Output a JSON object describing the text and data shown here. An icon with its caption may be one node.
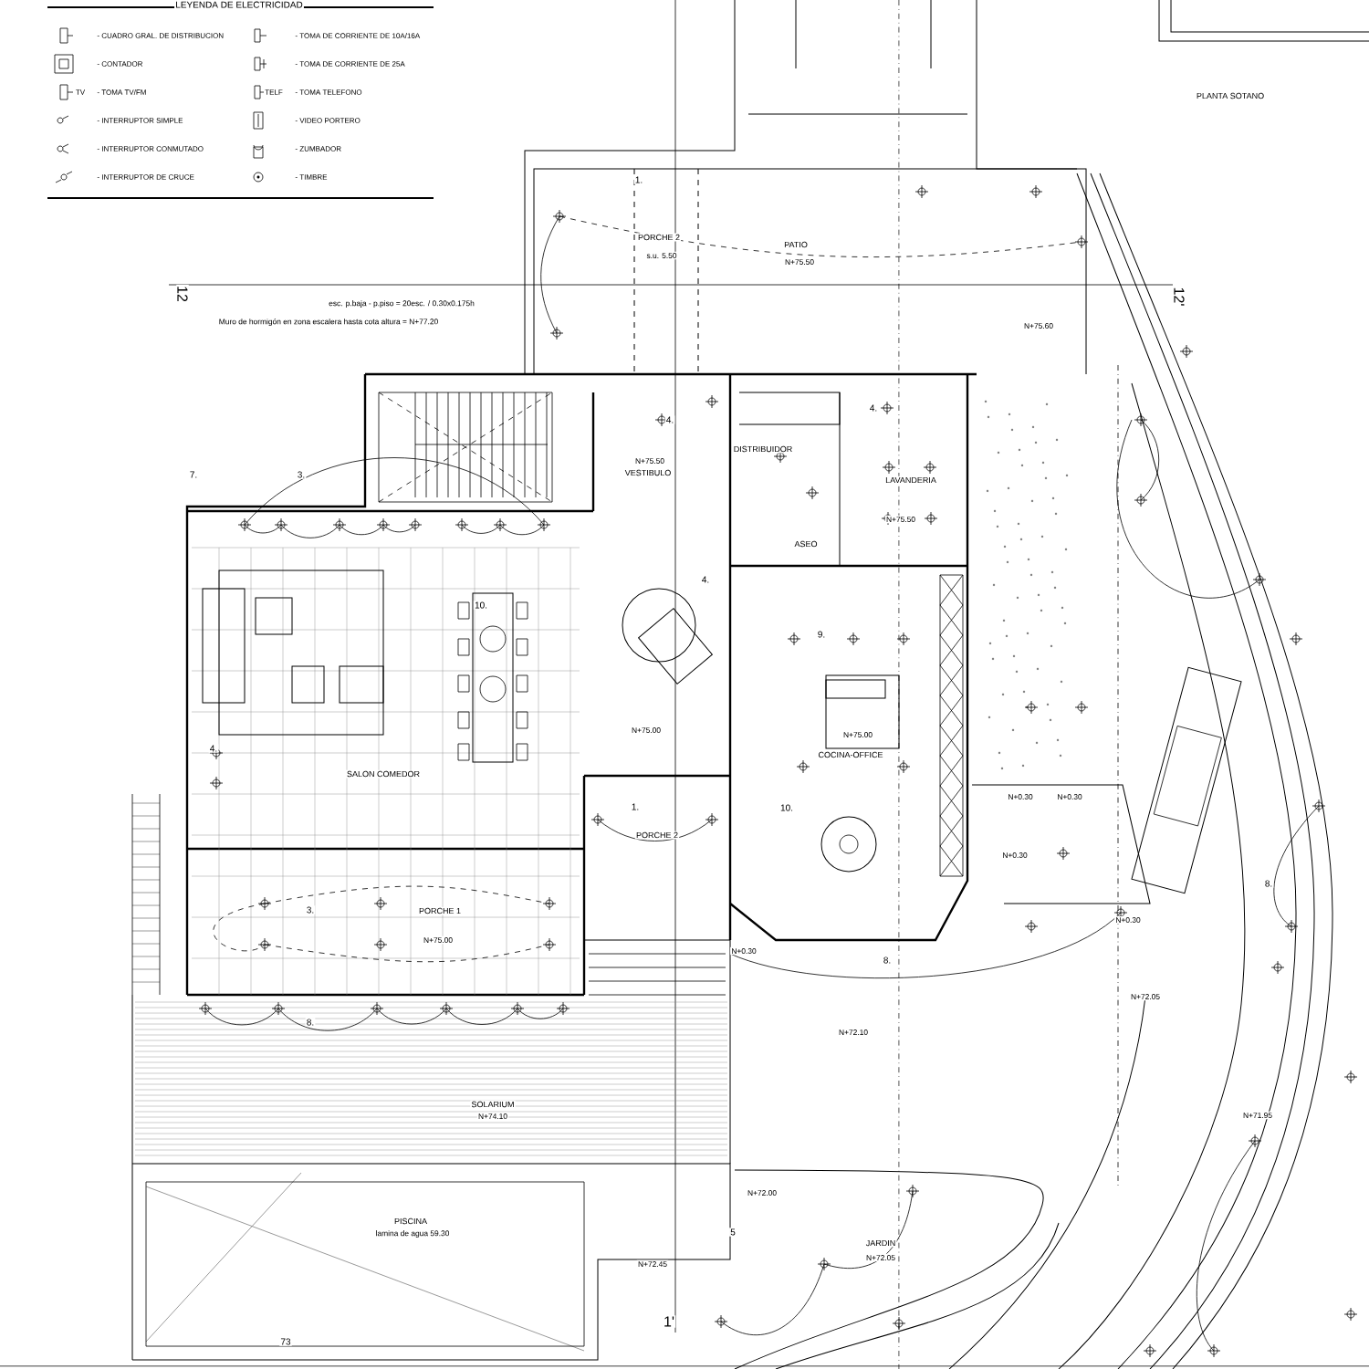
{
  "diagram": {
    "labels": [
      "LEYENDA DE ELECTRICIDAD",
      "TV",
      "TELF",
      "PLANTA SOTANO",
      "1.",
      "PORCHE 2",
      "s.u. 5.50",
      "PATIO",
      "N+75.50",
      "12",
      "12'",
      "esc. p.baja - p.piso = 20esc. / 0.30x0.175h",
      "Muro de hormigón en zona escalera hasta cota altura = N+77.20",
      "N+75.60",
      "4.",
      "4.",
      "DISTRIBUIDOR",
      "N+75.50",
      "VESTIBULO",
      "LAVANDERIA",
      "N+75.50",
      "7.",
      "3.",
      "ASEO",
      "4.",
      "10.",
      "9.",
      "N+75.00",
      "N+75.00",
      "COCINA-OFFICE",
      "4.",
      "SALON COMEDOR",
      "1.",
      "10.",
      "PORCHE 2",
      "3.",
      "PORCHE 1",
      "N+75.00",
      "8.",
      "8.",
      "N+72.05",
      "8.",
      "N+72.10",
      "SOLARIUM",
      "N+74.10",
      "N+71.95",
      "N+72.00",
      "PISCINA",
      "lamina de agua 59.30",
      "5",
      "JARDIN",
      "N+72.05",
      "N+72.45",
      "1'",
      "73",
      "N+0.30",
      "N+0.30",
      "N+0.30",
      "N+0.30",
      "N+0.30"
    ],
    "legend": [
      {
        "text": "- CUADRO GRAL. DE DISTRIBUCION"
      },
      {
        "text": "- CONTADOR"
      },
      {
        "text": "- TOMA TV/FM"
      },
      {
        "text": "- INTERRUPTOR SIMPLE"
      },
      {
        "text": "- INTERRUPTOR CONMUTADO"
      },
      {
        "text": "- INTERRUPTOR DE CRUCE"
      },
      {
        "text": "- TOMA DE CORRIENTE DE 10A/16A"
      },
      {
        "text": "- TOMA DE CORRIENTE DE 25A"
      },
      {
        "text": "- TOMA TELEFONO"
      },
      {
        "text": "- VIDEO PORTERO"
      },
      {
        "text": "- ZUMBADOR"
      },
      {
        "text": "- TIMBRE"
      }
    ]
  }
}
